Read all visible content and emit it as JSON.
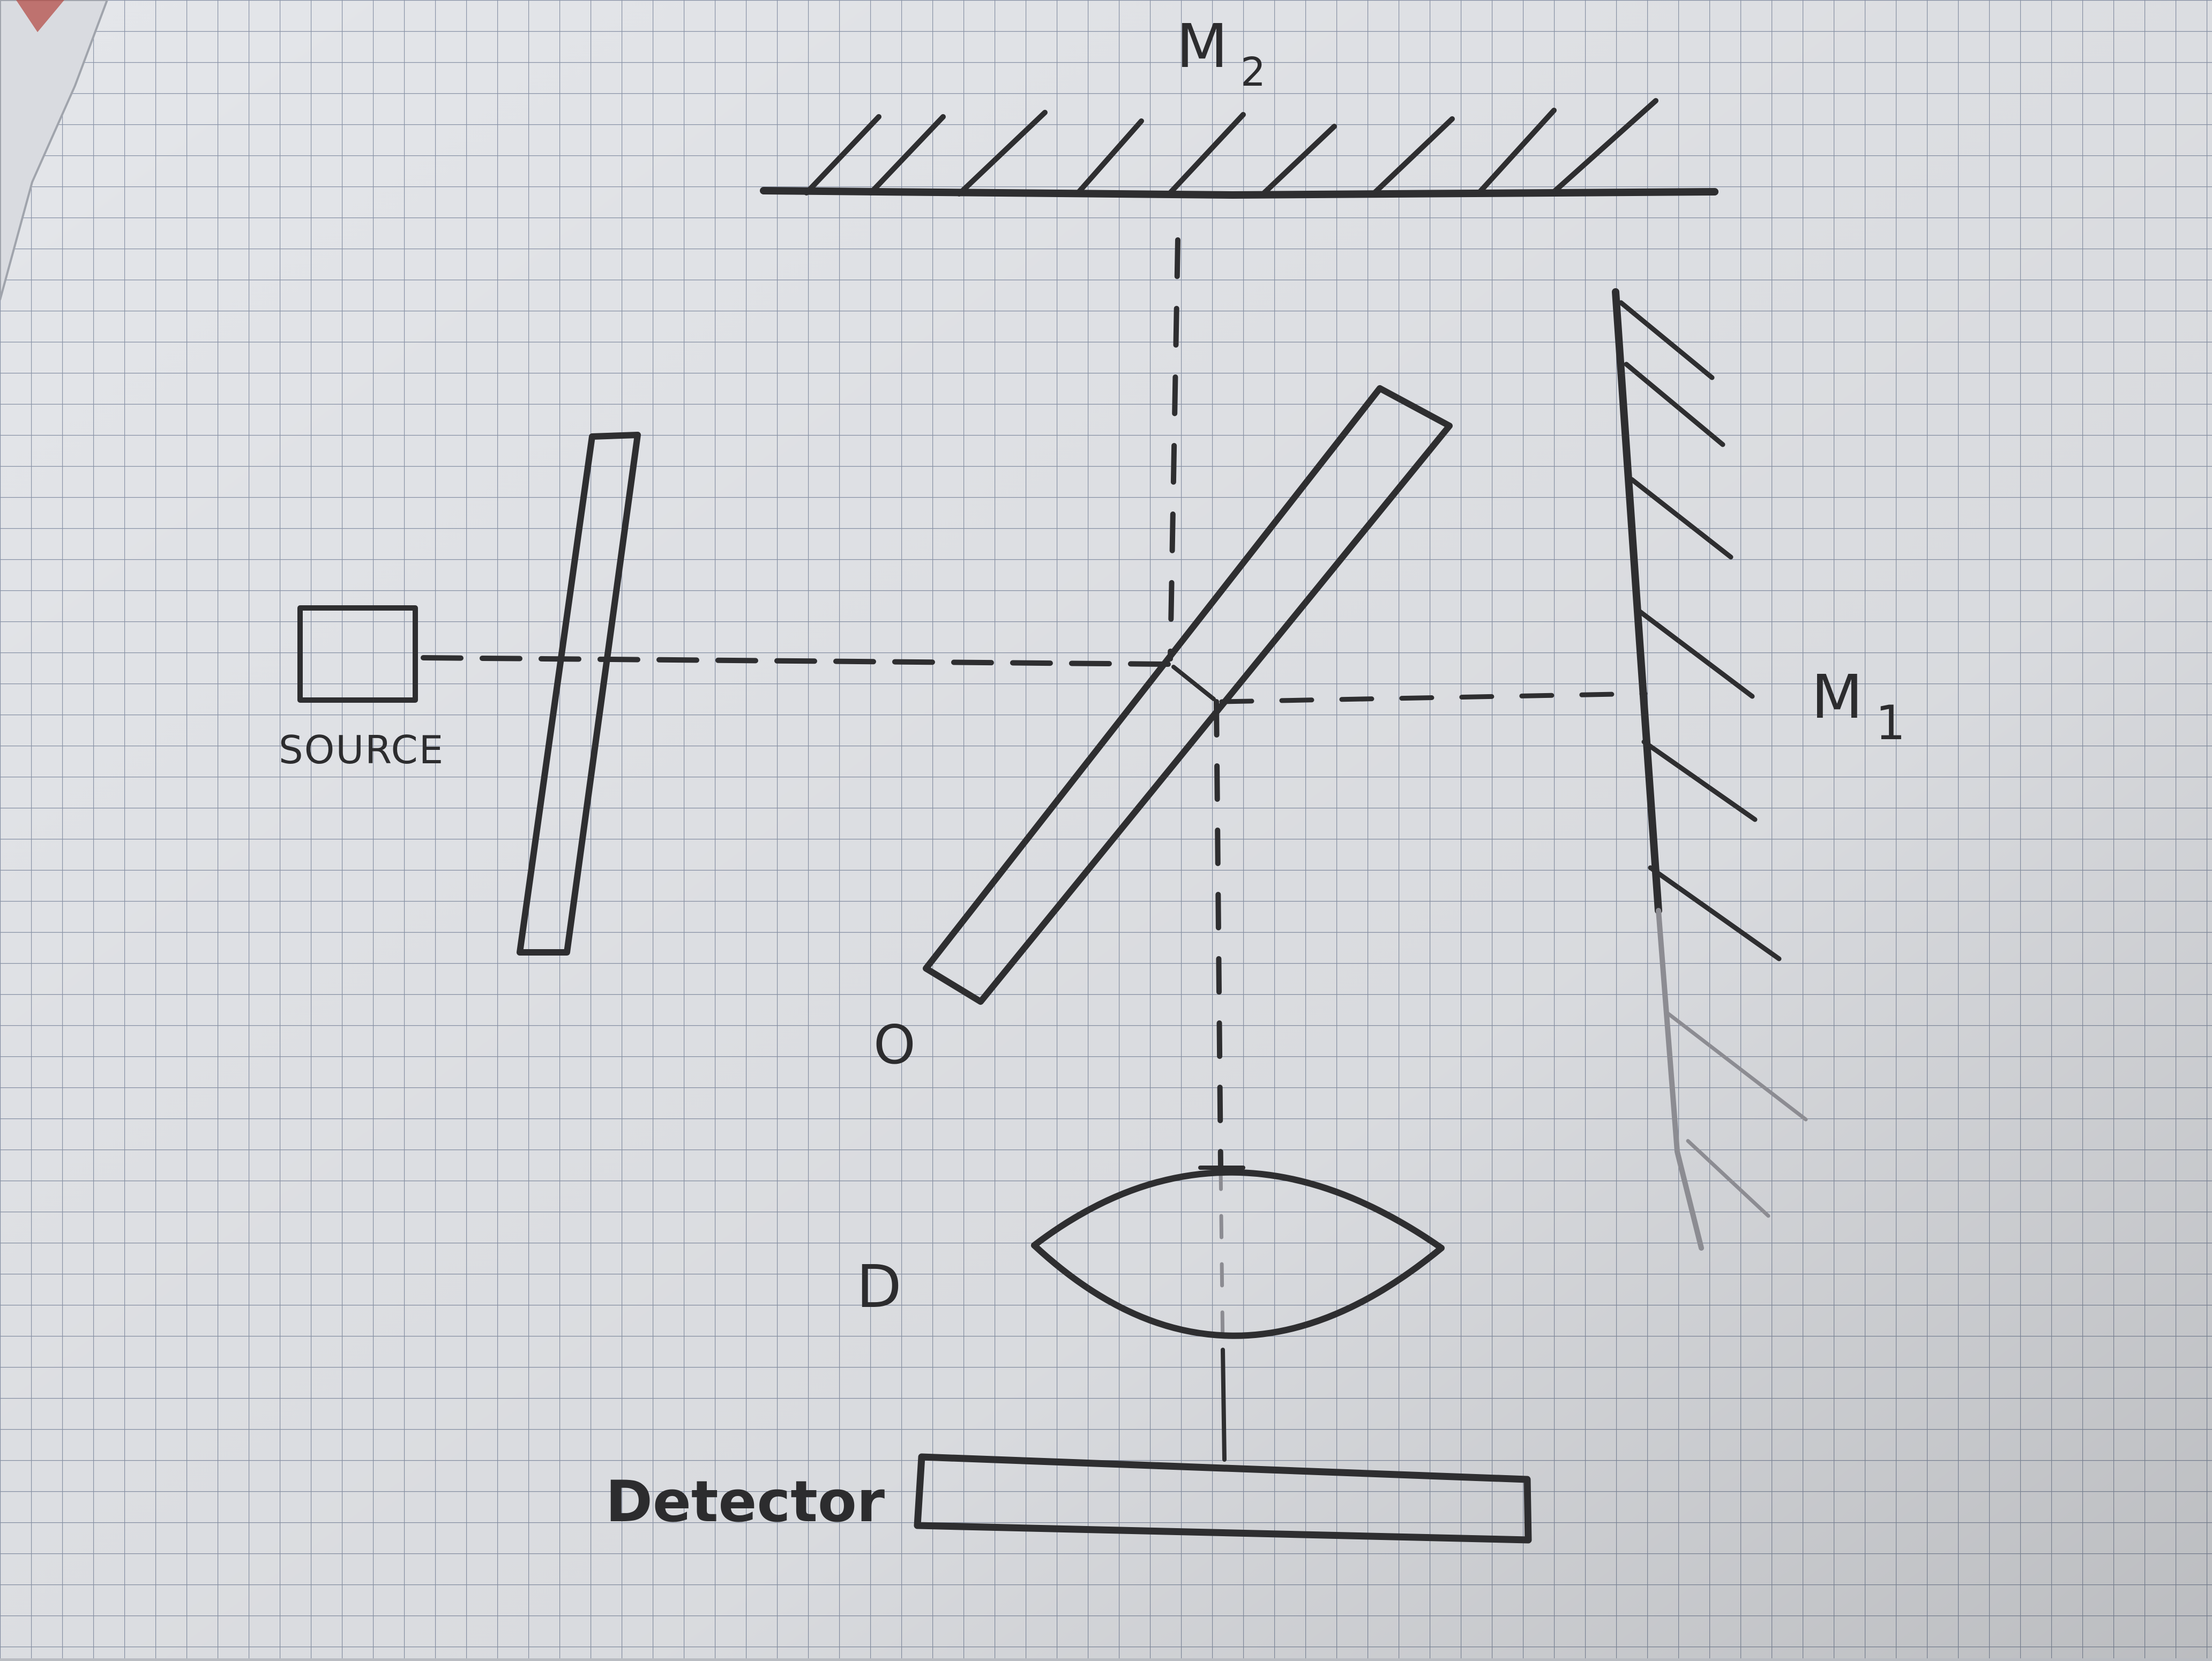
{
  "labels": {
    "mirror_2": "M",
    "mirror_2_subscript": "2",
    "mirror_1": "M",
    "mirror_1_subscript": "1",
    "source": "SOURCE",
    "compensator_o": "O",
    "lens_d": "D",
    "detector": "Detector"
  },
  "colors": {
    "paper": "#e4e6ea",
    "grid": "#8a94a8",
    "pencil": "#2e2e30",
    "pencil_light": "#8c8c92"
  }
}
